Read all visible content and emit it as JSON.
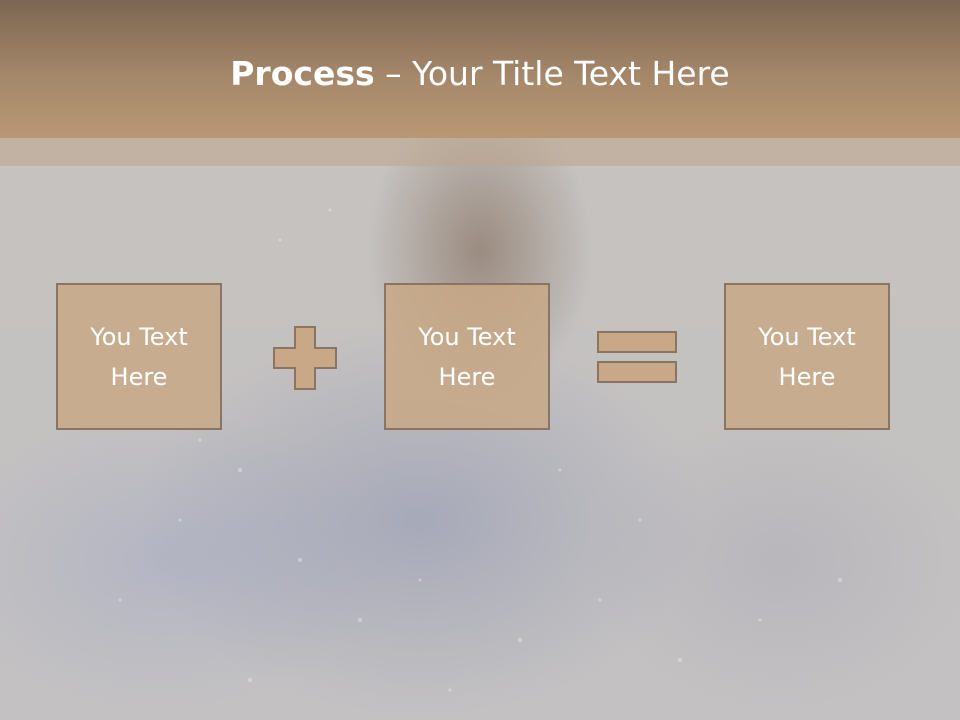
{
  "slide": {
    "title_strong": "Process",
    "title_rest": " – Your Title Text Here",
    "boxes": [
      {
        "text": "You Text Here"
      },
      {
        "text": "You Text Here"
      },
      {
        "text": "You Text Here"
      }
    ],
    "operators": [
      "plus-icon",
      "equals-icon"
    ]
  },
  "colors": {
    "header": "#a5876a",
    "box_fill": "#c8a886",
    "box_border": "#8a7562",
    "text": "#ffffff"
  }
}
